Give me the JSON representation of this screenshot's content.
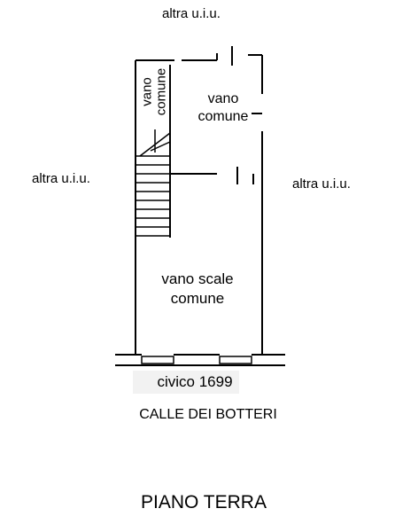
{
  "labels": {
    "top_neighbor": "altra u.i.u.",
    "left_neighbor": "altra u.i.u.",
    "right_neighbor": "altra u.i.u.",
    "vano_comune_vertical_1": "vano",
    "vano_comune_vertical_2": "comune",
    "vano_comune_1": "vano",
    "vano_comune_2": "comune",
    "vano_scale_1": "vano scale",
    "vano_scale_2": "comune",
    "civico": "civico 1699",
    "street": "CALLE DEI BOTTERI",
    "floor": "PIANO TERRA"
  },
  "colors": {
    "line": "#000000",
    "background": "#ffffff",
    "shadow": "#d6d6d6"
  }
}
